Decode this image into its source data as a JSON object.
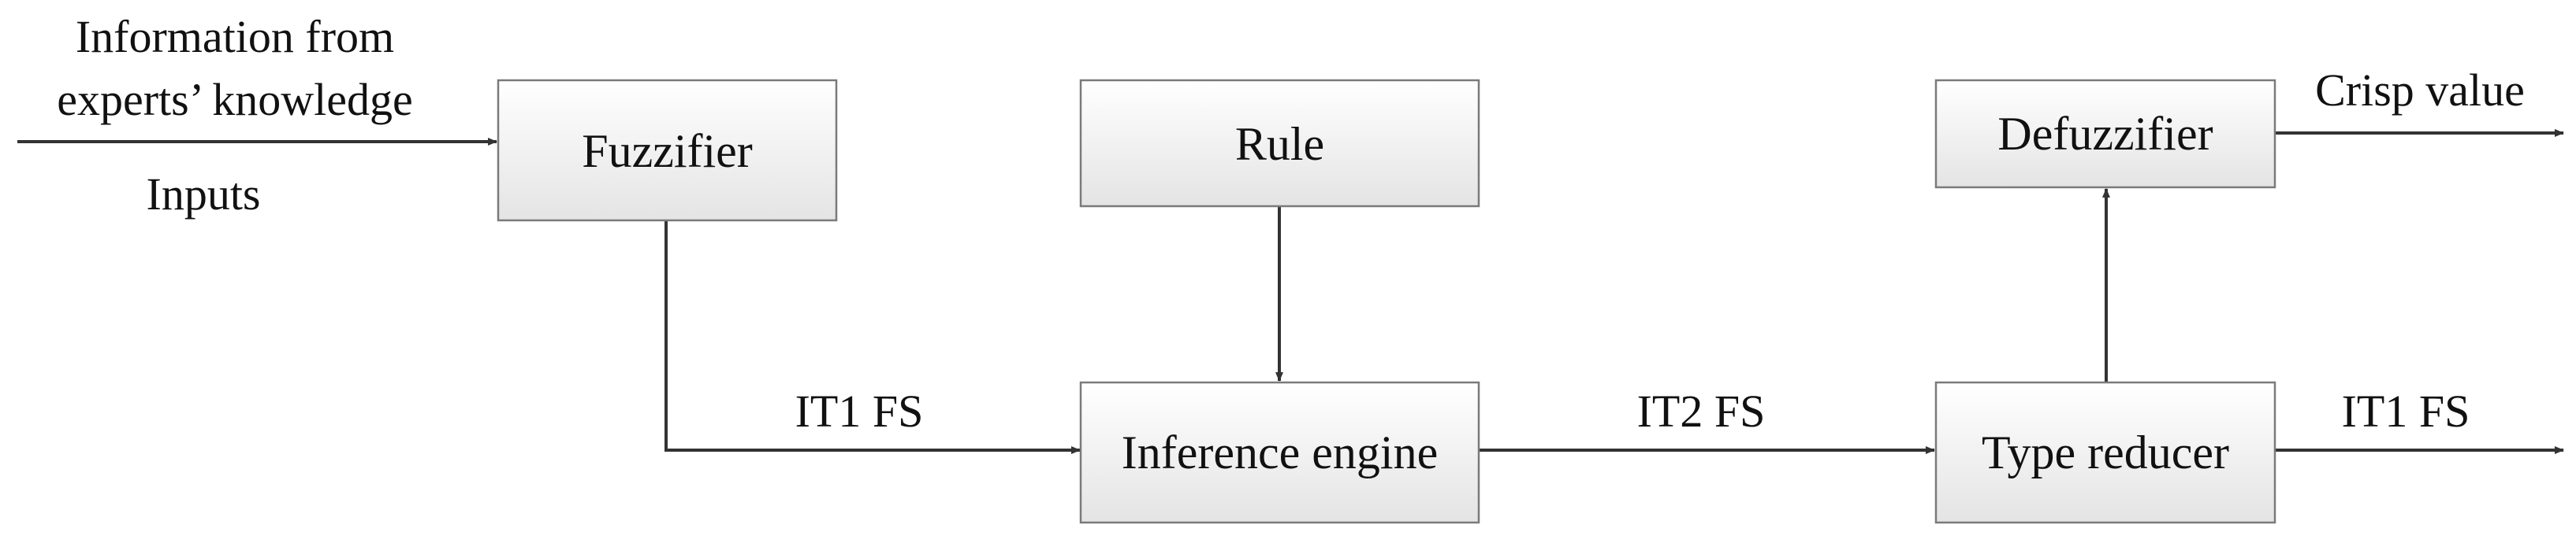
{
  "blocks": {
    "fuzzifier": "Fuzzifier",
    "rule": "Rule",
    "inference_engine": "Inference engine",
    "type_reducer": "Type reducer",
    "defuzzifier": "Defuzzifier"
  },
  "labels": {
    "input_info_line1": "Information from",
    "input_info_line2": "experts’ knowledge",
    "inputs": "Inputs",
    "it1_fs_left": "IT1 FS",
    "it2_fs": "IT2 FS",
    "it1_fs_right": "IT1 FS",
    "crisp_value": "Crisp value"
  },
  "colors": {
    "box_fill_top": "#ffffff",
    "box_fill_bottom": "#e6e6e6",
    "box_border": "#7a7a7a",
    "arrow": "#333333",
    "text": "#111111"
  }
}
